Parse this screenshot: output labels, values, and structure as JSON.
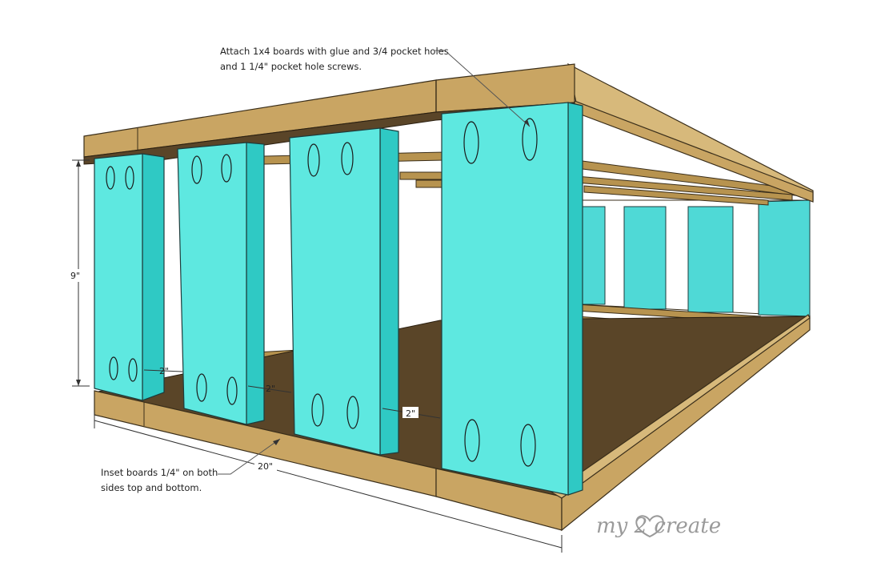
{
  "annotations": {
    "top_note_line1": "Attach 1x4 boards with glue and 3/4 pocket holes",
    "top_note_line2": "and 1 1/4\" pocket hole screws.",
    "bottom_note_line1": "Inset boards 1/4\" on  both",
    "bottom_note_line2": "sides top and bottom."
  },
  "dimensions": {
    "height": "9\"",
    "width": "20\"",
    "gap1": "2\"",
    "gap2": "2\"",
    "gap3": "2\""
  },
  "logo": {
    "text": "my 2 create",
    "heart_color": "#9a9a9a"
  },
  "colors": {
    "wood": "#c9a563",
    "boards": "#5ee8e0"
  }
}
